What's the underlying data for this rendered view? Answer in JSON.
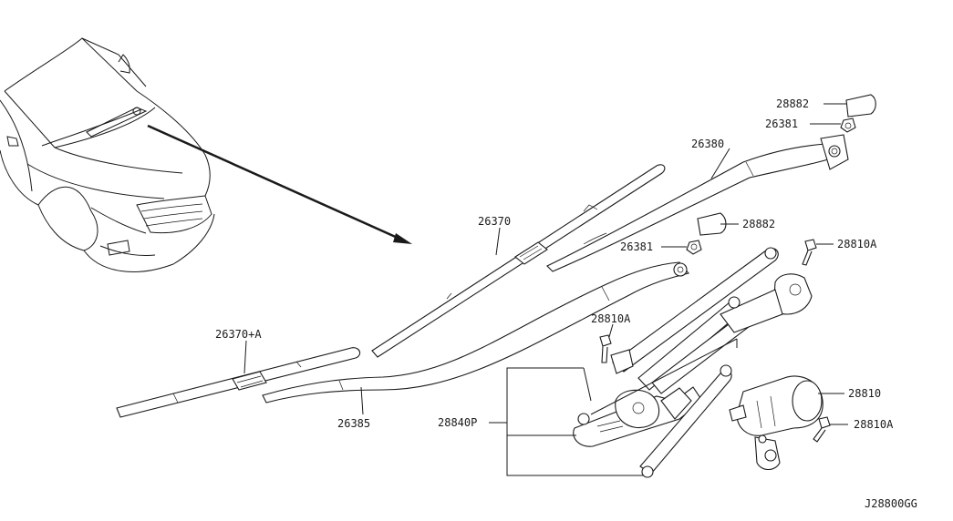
{
  "diagram": {
    "title": "Windshield Wiper Assembly",
    "drawing_code": "J28800GG",
    "labels": {
      "cap_upper": "28882",
      "nut_upper": "26381",
      "arm_right": "26380",
      "cap_lower": "28882",
      "nut_lower": "26381",
      "blade_right": "26370",
      "bolt_top": "28810A",
      "blade_left": "26370+A",
      "bolt_mid": "28810A",
      "linkage": "28840P",
      "arm_left": "26385",
      "motor": "28810",
      "bolt_motor": "28810A"
    }
  }
}
